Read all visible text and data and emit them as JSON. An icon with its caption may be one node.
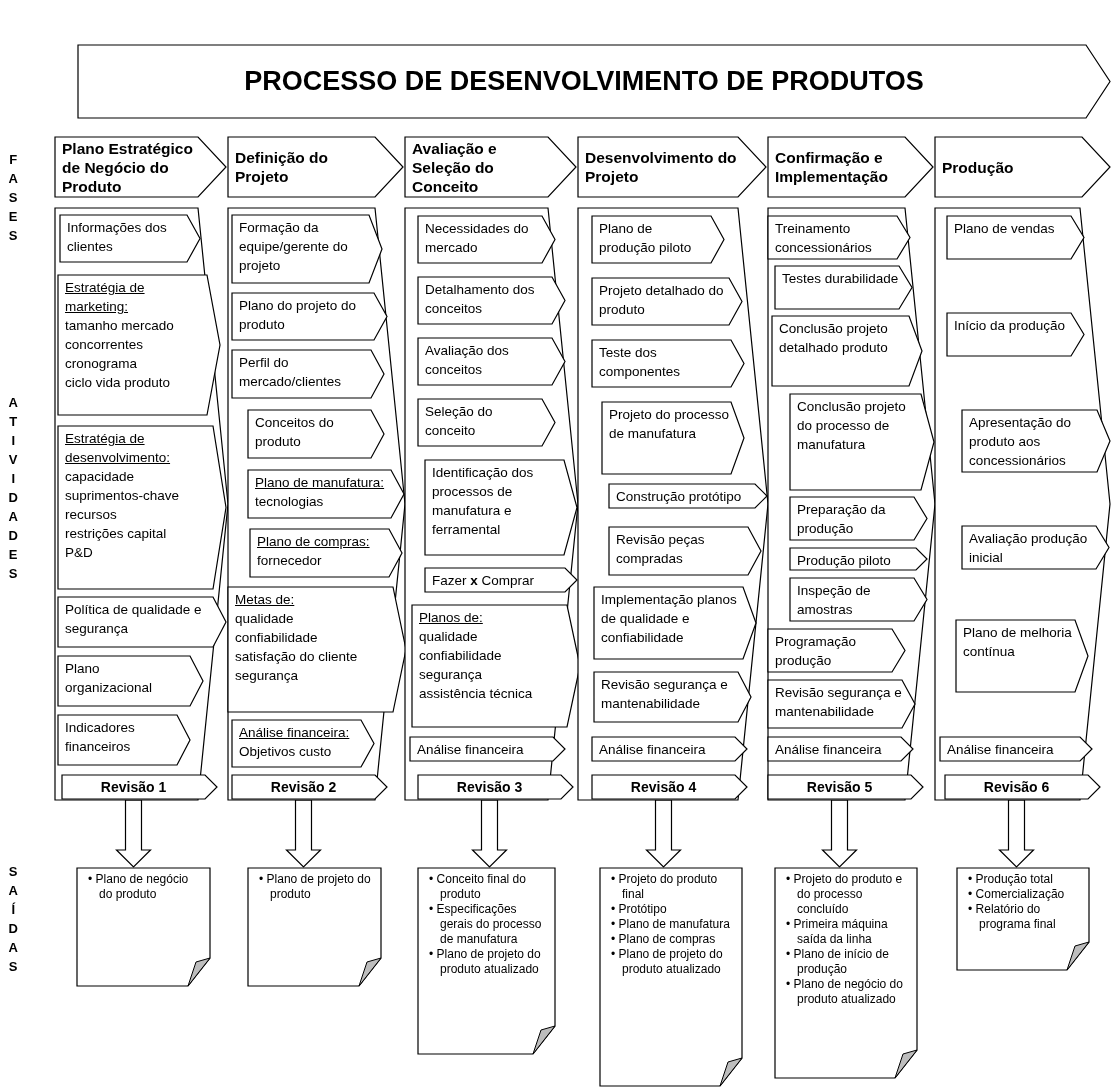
{
  "diagram": {
    "nodes": [
      {
        "text": [
          "PROCESSO DE DESENVOLVIMENTO DE PRODUTOS"
        ]
      },
      {
        "text": [
          "Plano Estratégico de Negócio do Produto"
        ]
      },
      {
        "text": [
          "Definição do Projeto"
        ]
      },
      {
        "text": [
          "Avaliação e Seleção do Conceito"
        ]
      },
      {
        "text": [
          "Desenvolvimento do Projeto"
        ]
      },
      {
        "text": [
          "Confirmação e Implementação"
        ]
      },
      {
        "text": [
          "Produção"
        ]
      },
      {
        "text": [],
        "shape": "chevron"
      },
      {
        "text": [
          "Informações dos clientes"
        ],
        "in": 7
      },
      {
        "text": [
          "Estratégia de marketing:",
          "tamanho mercado",
          "concorrentes",
          "cronograma",
          "ciclo vida produto"
        ],
        "in": 7
      },
      {
        "text": [
          "Estratégia de desenvolvimento:",
          "capacidade",
          "suprimentos-chave",
          "recursos",
          "restrições capital",
          "P&D"
        ],
        "in": 7
      },
      {
        "text": [
          "Política de qualidade e segurança"
        ],
        "in": 7
      },
      {
        "text": [
          "Plano organizacional"
        ],
        "in": 7
      },
      {
        "text": [
          "Indicadores financeiros"
        ],
        "in": 7
      },
      {
        "text": [
          "Revisão 1"
        ],
        "in": 7
      },
      {
        "text": [],
        "shape": "chevron"
      },
      {
        "text": [
          "Formação da equipe/gerente do projeto"
        ],
        "in": 15
      },
      {
        "text": [
          "Plano do projeto do produto"
        ],
        "in": 15
      },
      {
        "text": [
          "Perfil do mercado/clientes"
        ],
        "in": 15
      },
      {
        "text": [
          "Conceitos do produto"
        ],
        "in": 15
      },
      {
        "text": [
          "Plano de manufatura:",
          "tecnologias"
        ],
        "in": 15
      },
      {
        "text": [
          "Plano de compras:",
          "fornecedor"
        ],
        "in": 15
      },
      {
        "text": [
          "Metas de:",
          "qualidade",
          "confiabilidade",
          "satisfação do cliente",
          "segurança"
        ],
        "in": 15
      },
      {
        "text": [
          "Análise financeira:",
          "Objetivos custo"
        ],
        "in": 15
      },
      {
        "text": [
          "Revisão 2"
        ],
        "in": 15
      },
      {
        "text": [],
        "shape": "chevron"
      },
      {
        "text": [
          "Necessidades do mercado"
        ],
        "in": 25
      },
      {
        "text": [
          "Detalhamento dos conceitos"
        ],
        "in": 25
      },
      {
        "text": [
          "Avaliação dos conceitos"
        ],
        "in": 25
      },
      {
        "text": [
          "Seleção do conceito"
        ],
        "in": 25
      },
      {
        "text": [
          "Identificação dos processos de manufatura e ferramental"
        ],
        "in": 25
      },
      {
        "text": [
          "Fazer **x** Comprar"
        ],
        "in": 25
      },
      {
        "text": [
          "Planos de:",
          "qualidade",
          "confiabilidade",
          "segurança",
          "assistência técnica"
        ],
        "in": 25
      },
      {
        "text": [
          "Análise financeira"
        ],
        "in": 25
      },
      {
        "text": [
          "Revisão 3"
        ],
        "in": 25
      },
      {
        "text": [],
        "shape": "chevron"
      },
      {
        "text": [
          "Plano de produção piloto"
        ],
        "in": 35
      },
      {
        "text": [
          "Projeto detalhado do produto"
        ],
        "in": 35
      },
      {
        "text": [
          "Teste dos componentes"
        ],
        "in": 35
      },
      {
        "text": [
          "Projeto do processo de manufatura"
        ],
        "in": 35
      },
      {
        "text": [
          "Construção protótipo"
        ],
        "in": 35
      },
      {
        "text": [
          "Revisão peças compradas"
        ],
        "in": 35
      },
      {
        "text": [
          "Implementação planos de qualidade e confiabilidade"
        ],
        "in": 35
      },
      {
        "text": [
          "Revisão segurança e mantenabilidade"
        ],
        "in": 35
      },
      {
        "text": [
          "Análise financeira"
        ],
        "in": 35
      },
      {
        "text": [
          "Revisão 4"
        ],
        "in": 35
      },
      {
        "text": [],
        "shape": "chevron"
      },
      {
        "text": [
          "Treinamento concessionários"
        ],
        "in": 46
      },
      {
        "text": [
          "Testes durabilidade"
        ],
        "in": 46
      },
      {
        "text": [
          "Conclusão projeto detalhado produto"
        ],
        "in": 46
      },
      {
        "text": [
          "Conclusão projeto do processo de manufatura"
        ],
        "in": 46
      },
      {
        "text": [
          "Preparação da produção"
        ],
        "in": 46
      },
      {
        "text": [
          "Produção piloto"
        ],
        "in": 46
      },
      {
        "text": [
          "Inspeção de amostras"
        ],
        "in": 46
      },
      {
        "text": [
          "Programação produção"
        ],
        "in": 46
      },
      {
        "text": [
          "Revisão segurança e mantenabilidade"
        ],
        "in": 46
      },
      {
        "text": [
          "Análise financeira"
        ],
        "in": 46
      },
      {
        "text": [
          "Revisão 5"
        ],
        "in": 46
      },
      {
        "text": [],
        "shape": "chevron"
      },
      {
        "text": [
          "Plano de vendas"
        ],
        "in": 58
      },
      {
        "text": [
          "Início da produção"
        ],
        "in": 58
      },
      {
        "text": [
          "Apresentação do produto aos concessionários"
        ],
        "in": 58
      },
      {
        "text": [
          "Avaliação produção inicial"
        ],
        "in": 58
      },
      {
        "text": [
          "Plano de melhoria contínua"
        ],
        "in": 58
      },
      {
        "text": [
          "Análise financeira"
        ],
        "in": 58
      },
      {
        "text": [
          "Revisão 6"
        ],
        "in": 58
      },
      {
        "text": [
          "• Plano de negócio do produto"
        ]
      },
      {
        "text": [
          "• Plano de projeto do produto"
        ]
      },
      {
        "text": [
          "• Conceito final do produto",
          "• Especificações gerais do processo de manufatura",
          "• Plano de projeto do produto atualizado"
        ]
      },
      {
        "text": [
          "• Projeto do produto final",
          "• Protótipo",
          "• Plano de manufatura",
          "• Plano de compras",
          "• Plano de projeto do produto atualizado"
        ]
      },
      {
        "text": [
          "• Projeto do produto e do processo concluído",
          "• Primeira máquina saída da linha",
          "• Plano de início de produção",
          "• Plano de negócio do produto atualizado"
        ]
      },
      {
        "text": [
          "• Produção total",
          "• Comercialização",
          "• Relatório do programa final"
        ]
      }
    ],
    "edges": [
      {
        "from": 14,
        "to": 66,
        "arrow": "to"
      },
      {
        "from": 24,
        "to": 67,
        "arrow": "to"
      },
      {
        "from": 34,
        "to": 68,
        "arrow": "to"
      },
      {
        "from": 45,
        "to": 69,
        "arrow": "to"
      },
      {
        "from": 57,
        "to": 70,
        "arrow": "to"
      },
      {
        "from": 65,
        "to": 71,
        "arrow": "to"
      }
    ],
    "labels": [
      "FASES",
      "ATIVIDADES",
      "SAÍDAS"
    ]
  }
}
